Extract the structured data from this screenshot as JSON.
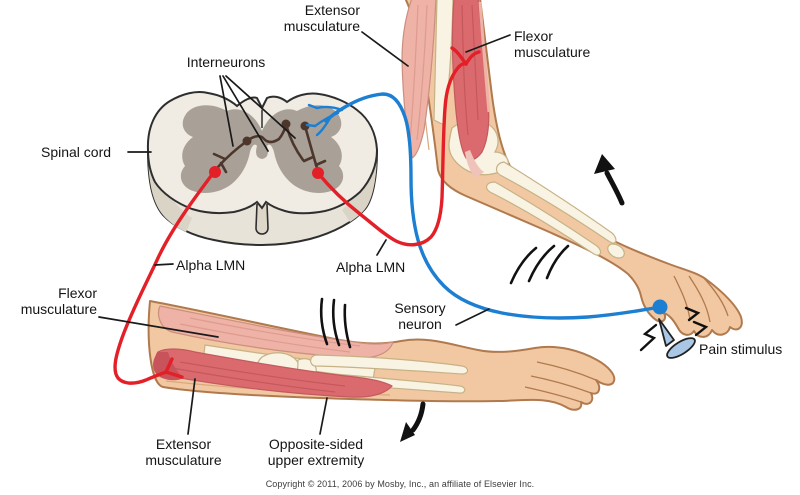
{
  "diagram": {
    "labels": {
      "interneurons": "Interneurons",
      "spinal_cord": "Spinal cord",
      "extensor_musculature_top": "Extensor musculature",
      "flexor_musculature_top": "Flexor musculature",
      "alpha_lmn_left": "Alpha LMN",
      "alpha_lmn_right": "Alpha LMN",
      "flexor_musculature_left": "Flexor musculature",
      "sensory_neuron": "Sensory neuron",
      "pain_stimulus": "Pain stimulus",
      "extensor_musculature_bottom": "Extensor musculature",
      "opposite_sided_upper_extremity": "Opposite-sided upper extremity"
    },
    "copyright": "Copyright © 2011, 2006 by Mosby, Inc., an affiliate of Elsevier Inc.",
    "colors": {
      "alpha_lmn_red": "#e32028",
      "sensory_neuron_blue": "#1d7fd2",
      "interneuron_brown": "#4d372c",
      "skin": "#f2c8a2",
      "muscle_light": "#eeb2a6",
      "muscle_dark": "#db6a6e",
      "bone": "#f8f3e2",
      "gray_matter": "#a9a197",
      "white_matter": "#f0ece4",
      "tack_blue": "#aac7e6"
    }
  }
}
